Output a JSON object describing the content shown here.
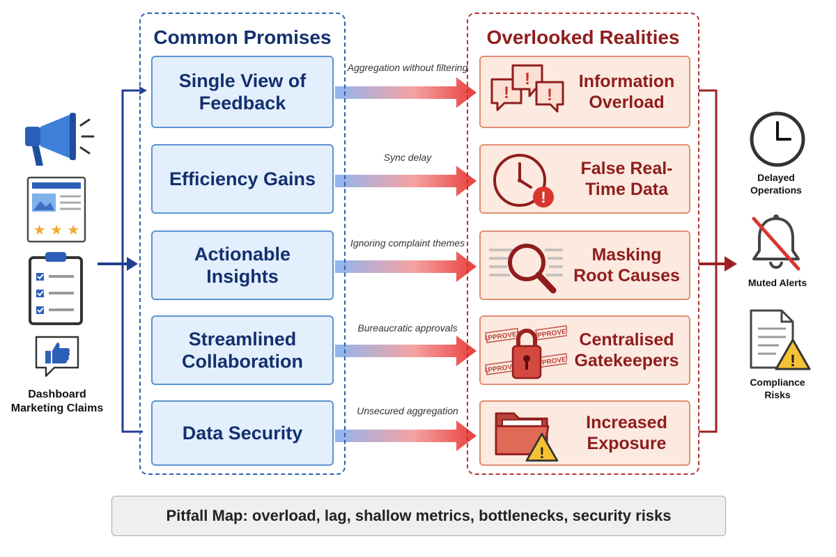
{
  "left_column": {
    "label": "Dashboard Marketing Claims",
    "icons": [
      "megaphone-icon",
      "review-card-icon",
      "checklist-icon",
      "thumbs-up-icon"
    ]
  },
  "promises": {
    "title": "Common Promises",
    "items": [
      {
        "label": "Single View of Feedback"
      },
      {
        "label": "Efficiency Gains"
      },
      {
        "label": "Actionable Insights"
      },
      {
        "label": "Streamlined Collaboration"
      },
      {
        "label": "Data Security"
      }
    ]
  },
  "connectors": [
    {
      "label": "Aggregation without filtering"
    },
    {
      "label": "Sync delay"
    },
    {
      "label": "Ignoring complaint themes"
    },
    {
      "label": "Bureaucratic approvals"
    },
    {
      "label": "Unsecured aggregation"
    }
  ],
  "realities": {
    "title": "Overlooked Realities",
    "items": [
      {
        "label": "Information Overload",
        "icon": "speech-bubbles-alert-icon"
      },
      {
        "label": "False Real-Time Data",
        "icon": "clock-alert-icon"
      },
      {
        "label": "Masking Root Causes",
        "icon": "magnifier-icon"
      },
      {
        "label": "Centralised Gatekeepers",
        "icon": "padlock-approved-icon",
        "stamp": "APPROVED"
      },
      {
        "label": "Increased Exposure",
        "icon": "folder-warning-icon"
      }
    ]
  },
  "outcomes": [
    {
      "label": "Delayed Operations",
      "icon": "clock-icon"
    },
    {
      "label": "Muted Alerts",
      "icon": "muted-bell-icon"
    },
    {
      "label": "Compliance Risks",
      "icon": "document-warning-icon"
    }
  ],
  "footer": {
    "text": "Pitfall Map: overload, lag, shallow metrics, bottlenecks, security risks"
  },
  "colors": {
    "promise_blue": "#13306e",
    "reality_red": "#8f1d1d",
    "arrow_red": "#e8403c",
    "arrow_blue": "#8fb6ee"
  }
}
